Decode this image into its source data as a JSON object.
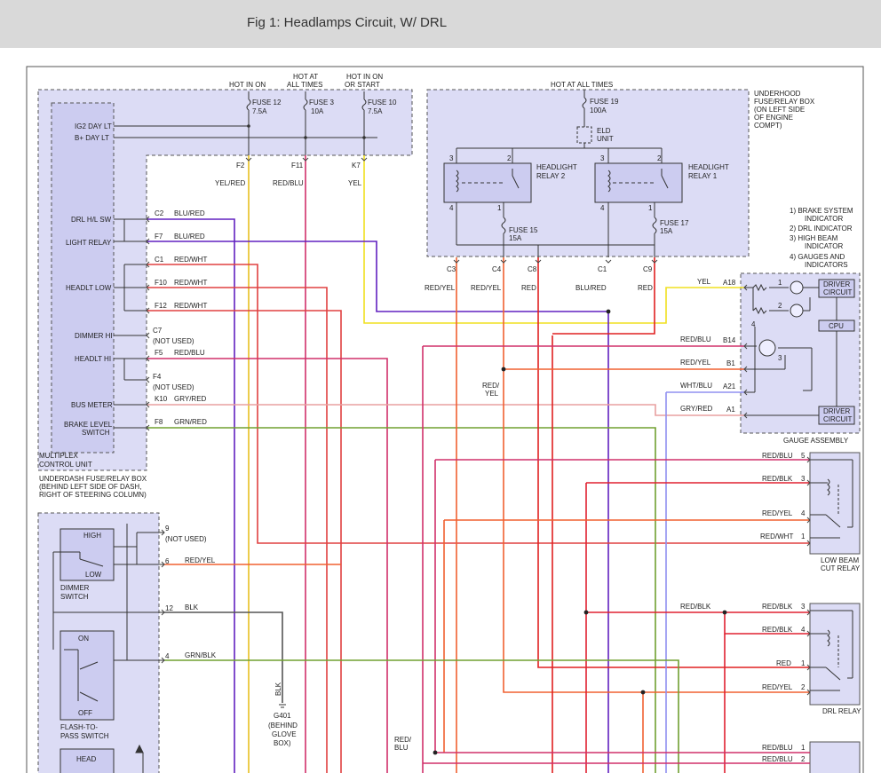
{
  "figure": {
    "title": "Fig 1: Headlamps Circuit, W/ DRL"
  },
  "underdash": {
    "caption": [
      "UNDERDASH FUSE/RELAY BOX",
      "(BEHIND LEFT SIDE OF DASH,",
      "RIGHT OF STEERING COLUMN)"
    ],
    "mcu": [
      "MULTIPLEX",
      "CONTROL UNIT"
    ],
    "hot_labels": [
      "HOT IN ON",
      "HOT AT",
      "ALL TIMES",
      "HOT IN ON",
      "OR START"
    ],
    "fuses": [
      "FUSE 12",
      "7.5A",
      "FUSE 3",
      "10A",
      "FUSE 10",
      "7.5A"
    ],
    "inputs": [
      "IG2 DAY LT",
      "B+ DAY LT"
    ],
    "outputs": [
      "F2",
      "F11",
      "K7"
    ],
    "output_colors": [
      "YEL/RED",
      "RED/BLU",
      "YEL"
    ],
    "left_labels": [
      "DRL H/L SW",
      "LIGHT RELAY",
      "HEADLT LOW",
      "DIMMER HI",
      "HEADLT HI",
      "BUS METER",
      "BRAKE LEVEL",
      "SWITCH"
    ],
    "pins": [
      "C2",
      "F7",
      "C1",
      "F10",
      "F12",
      "C7",
      "F5",
      "F4",
      "K10",
      "F8"
    ],
    "wire_colors": [
      "BLU/RED",
      "BLU/RED",
      "RED/WHT",
      "RED/WHT",
      "RED/WHT",
      "RED/BLU",
      "GRY/RED",
      "GRN/RED"
    ],
    "not_used": "(NOT USED)"
  },
  "underhood": {
    "caption": [
      "UNDERHOOD",
      "FUSE/RELAY BOX",
      "(ON LEFT SIDE",
      "OF ENGINE",
      "COMPT)"
    ],
    "hot": "HOT AT ALL TIMES",
    "fuse19": [
      "FUSE 19",
      "100A"
    ],
    "eld": [
      "ELD",
      "UNIT"
    ],
    "relay2": [
      "HEADLIGHT",
      "RELAY 2"
    ],
    "relay1": [
      "HEADLIGHT",
      "RELAY 1"
    ],
    "fuse15": [
      "FUSE 15",
      "15A"
    ],
    "fuse17": [
      "FUSE 17",
      "15A"
    ],
    "relay_pins": [
      "3",
      "2",
      "4",
      "1",
      "3",
      "2",
      "4",
      "1"
    ],
    "outputs": [
      "C3",
      "C4",
      "C8",
      "C1",
      "C9"
    ],
    "output_colors": [
      "RED/YEL",
      "RED/YEL",
      "RED",
      "BLU/RED",
      "RED"
    ]
  },
  "gauge": {
    "legend": [
      "1) BRAKE SYSTEM",
      "INDICATOR",
      "2) DRL INDICATOR",
      "3) HIGH BEAM",
      "INDICATOR",
      "4) GAUGES AND",
      "INDICATORS"
    ],
    "driver": [
      "DRIVER",
      "CIRCUIT"
    ],
    "cpu": "CPU",
    "pins": [
      "A18",
      "B14",
      "B1",
      "A21",
      "A1"
    ],
    "wires": [
      "YEL",
      "RED/BLU",
      "RED/YEL",
      "WHT/BLU",
      "GRY/RED"
    ],
    "marks": [
      "1",
      "2",
      "4",
      "3"
    ],
    "caption": "GAUGE ASSEMBLY"
  },
  "low_beam": {
    "wires": [
      "RED/BLU",
      "RED/BLK",
      "RED/YEL",
      "RED/WHT"
    ],
    "pins": [
      "5",
      "3",
      "4",
      "1"
    ],
    "caption": [
      "LOW BEAM",
      "CUT RELAY"
    ]
  },
  "drl_relay": {
    "wires": [
      "RED/BLK",
      "RED/BLK",
      "RED/BLK",
      "RED",
      "RED/YEL"
    ],
    "pins": [
      "3",
      "4",
      "1",
      "2"
    ],
    "caption": "DRL RELAY"
  },
  "bottom_right": {
    "wires": [
      "RED/BLU",
      "RED/BLU"
    ],
    "pins": [
      "1",
      "2"
    ]
  },
  "switches": {
    "dimmer": [
      "HIGH",
      "LOW",
      "DIMMER",
      "SWITCH"
    ],
    "flash": [
      "ON",
      "OFF",
      "FLASH-TO-",
      "PASS SWITCH"
    ],
    "head": "HEAD",
    "pins": [
      "9",
      "6",
      "12",
      "4"
    ],
    "wires": [
      "RED/YEL",
      "BLK",
      "GRN/BLK"
    ],
    "not_used": "(NOT USED)"
  },
  "ground": {
    "wire": "BLK",
    "name": "G401",
    "loc": [
      "(BEHIND",
      "GLOVE",
      "BOX)"
    ]
  },
  "center": {
    "redyel": [
      "RED/",
      "YEL"
    ],
    "redblu": [
      "RED/",
      "BLU"
    ]
  }
}
